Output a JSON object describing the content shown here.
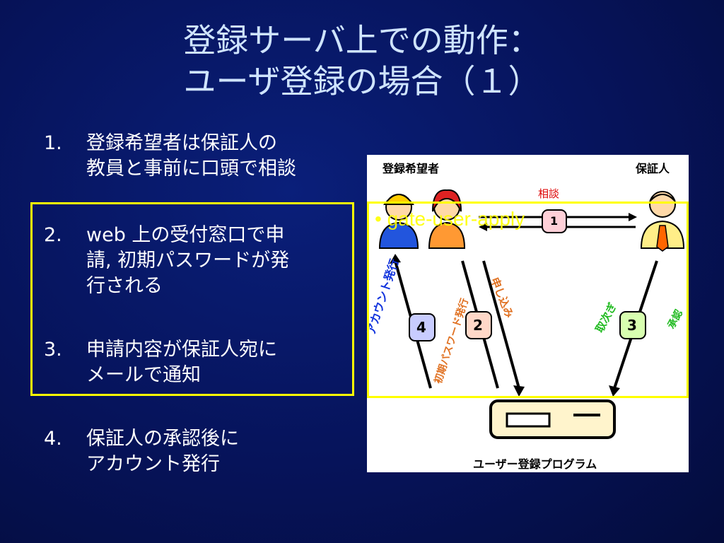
{
  "title": {
    "line1": "登録サーバ上での動作：",
    "line2": "ユーザ登録の場合（１）"
  },
  "steps": [
    {
      "num": "1.",
      "line1": "登録希望者は保証人の",
      "line2": "教員と事前に口頭で相談",
      "line3": ""
    },
    {
      "num": "2.",
      "line1": "web 上の受付窓口で申",
      "line2": "請, 初期パスワードが発",
      "line3": "行される"
    },
    {
      "num": "3.",
      "line1": "申請内容が保証人宛に",
      "line2": "メールで通知",
      "line3": ""
    },
    {
      "num": "4.",
      "line1": "保証人の承認後に",
      "line2": "アカウント発行",
      "line3": ""
    }
  ],
  "figure": {
    "applicant_label": "登録希望者",
    "guarantor_label": "保証人",
    "consult_label": "相談",
    "badge1": "1",
    "badge2": "2",
    "badge3": "3",
    "badge4": "4",
    "account_issue_label": "アカウント発行",
    "init_password_label": "初期パスワード発行",
    "apply_label": "申し込み",
    "mediate_label": "取次ぎ",
    "approve_label": "承認",
    "program_label": "ユーザー登録プログラム"
  },
  "overlay": {
    "bullet": "•",
    "text": "gate-user-apply"
  },
  "colors": {
    "background": "#06135a",
    "title": "#cfe4ff",
    "highlight_box": "#ffff00",
    "figure_bg": "#ffffff"
  }
}
